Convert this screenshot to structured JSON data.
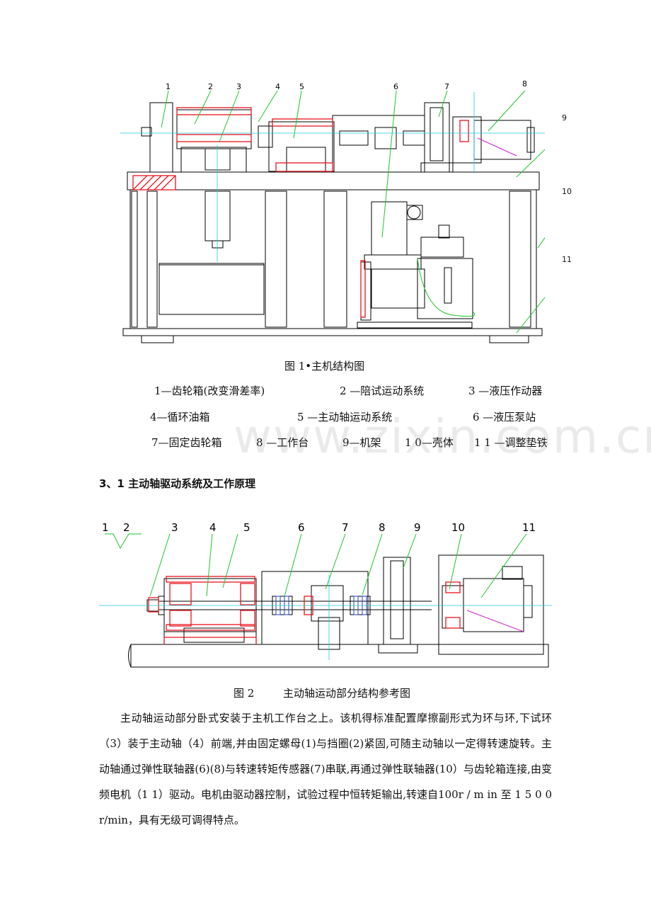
{
  "figure1": {
    "callouts": [
      "1",
      "2",
      "3",
      "4",
      "5",
      "6",
      "7",
      "8",
      "9",
      "10",
      "11"
    ],
    "caption": "图 1•主机结构图",
    "legend": [
      "1—齿轮箱(改变滑差率)",
      "2 —陪试运动系统",
      "3 —液压作动器",
      "4—循环油箱",
      "5 —主动轴运动系统",
      "6 —液压泵站",
      "7—固定齿轮箱",
      "8 —工作台",
      "9—机架",
      "1 0—壳体",
      "1 1 —调整垫铁"
    ]
  },
  "section_heading": "3、1 主动轴驱动系统及工作原理",
  "figure2": {
    "callouts": [
      "1",
      "2",
      "3",
      "4",
      "5",
      "6",
      "7",
      "8",
      "9",
      "10",
      "11"
    ],
    "caption_num": "图 2",
    "caption_text": "主动轴运动部分结构参考图"
  },
  "paragraph": "主动轴运动部分卧式安装于主机工作台之上。该机得标准配置摩擦副形式为环与环,下试环（3）装于主动轴（4）前端,并由固定螺母(1)与挡圈(2)紧固,可随主动轴以一定得转速旋转。主动轴通过弹性联轴器(6)(8)与转速转矩传感器(7)串联,再通过弹性联轴器(10）与齿轮箱连接,由变频电机（1 1）驱动。电机由驱动器控制，试验过程中恒转矩输出,转速自100r / m in 至 1 5 0 0 r/min，具有无级可调得特点。",
  "watermark": "www.zixin.com.cn",
  "colors": {
    "line": "#000000",
    "red": "#e8141e",
    "green": "#22c22e",
    "cyan": "#20c8e0",
    "magenta": "#d020d0",
    "blue": "#2040d0"
  }
}
